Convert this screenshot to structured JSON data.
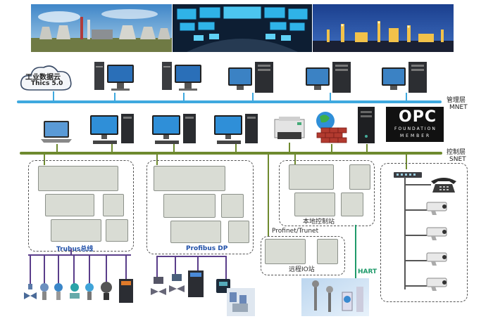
{
  "banner": {
    "left": "power-plant-photo",
    "center": "control-room-photo",
    "right": "refinery-night-photo"
  },
  "cloud": {
    "line1": "工业数据云",
    "line2": "Thics 5.0"
  },
  "mnet": {
    "label1": "管理层",
    "label2": "MNET",
    "color": "#3fa9df"
  },
  "snet": {
    "label1": "控制层",
    "label2": "SNET",
    "color": "#6e8a2e"
  },
  "station": {
    "local": "本地控制站",
    "remote": "远程IO站"
  },
  "bus": {
    "trubus": "Trubus总线",
    "profibus": "Profibus DP",
    "profinet": "Profinet/Trunet",
    "hart": "HART"
  },
  "opc": {
    "big": "OPC",
    "line1": "FOUNDATION",
    "line2": "MEMBER"
  },
  "colors": {
    "hart_line": "#1f9a6a",
    "field_line": "#5a3d8a"
  }
}
